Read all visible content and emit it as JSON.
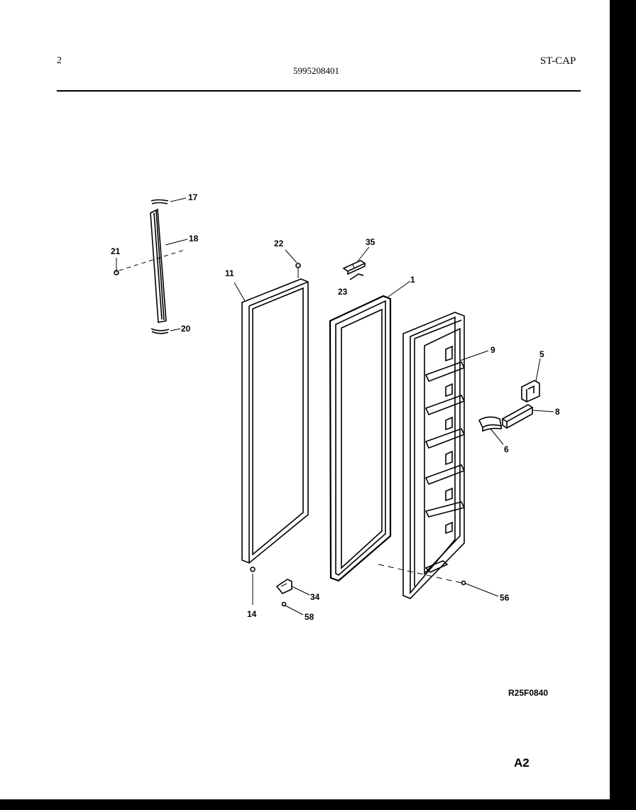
{
  "header": {
    "page_number": "2",
    "part_number": "5995208401",
    "model_code": "ST-CAP"
  },
  "diagram": {
    "callouts": {
      "c17": "17",
      "c18": "18",
      "c21": "21",
      "c20": "20",
      "c22": "22",
      "c11": "11",
      "c35": "35",
      "c23": "23",
      "c1": "1",
      "c9": "9",
      "c5": "5",
      "c8": "8",
      "c6": "6",
      "c14": "14",
      "c34": "34",
      "c58": "58",
      "c56": "56"
    }
  },
  "footer": {
    "drawing_ref": "R25F0840",
    "page_code": "A2"
  }
}
